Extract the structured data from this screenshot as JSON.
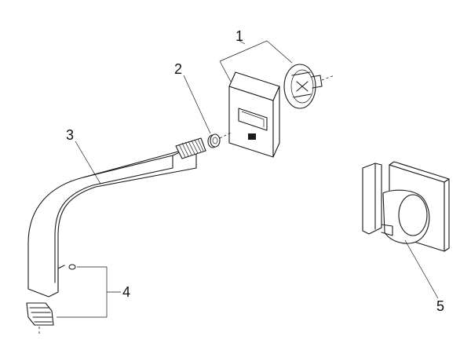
{
  "callouts": [
    {
      "id": "1",
      "text": "1"
    },
    {
      "id": "2",
      "text": "2"
    },
    {
      "id": "3",
      "text": "3"
    },
    {
      "id": "4",
      "text": "4"
    },
    {
      "id": "5",
      "text": "5"
    }
  ],
  "colors": {
    "line": "#1a1a1a",
    "background": "#ffffff"
  }
}
